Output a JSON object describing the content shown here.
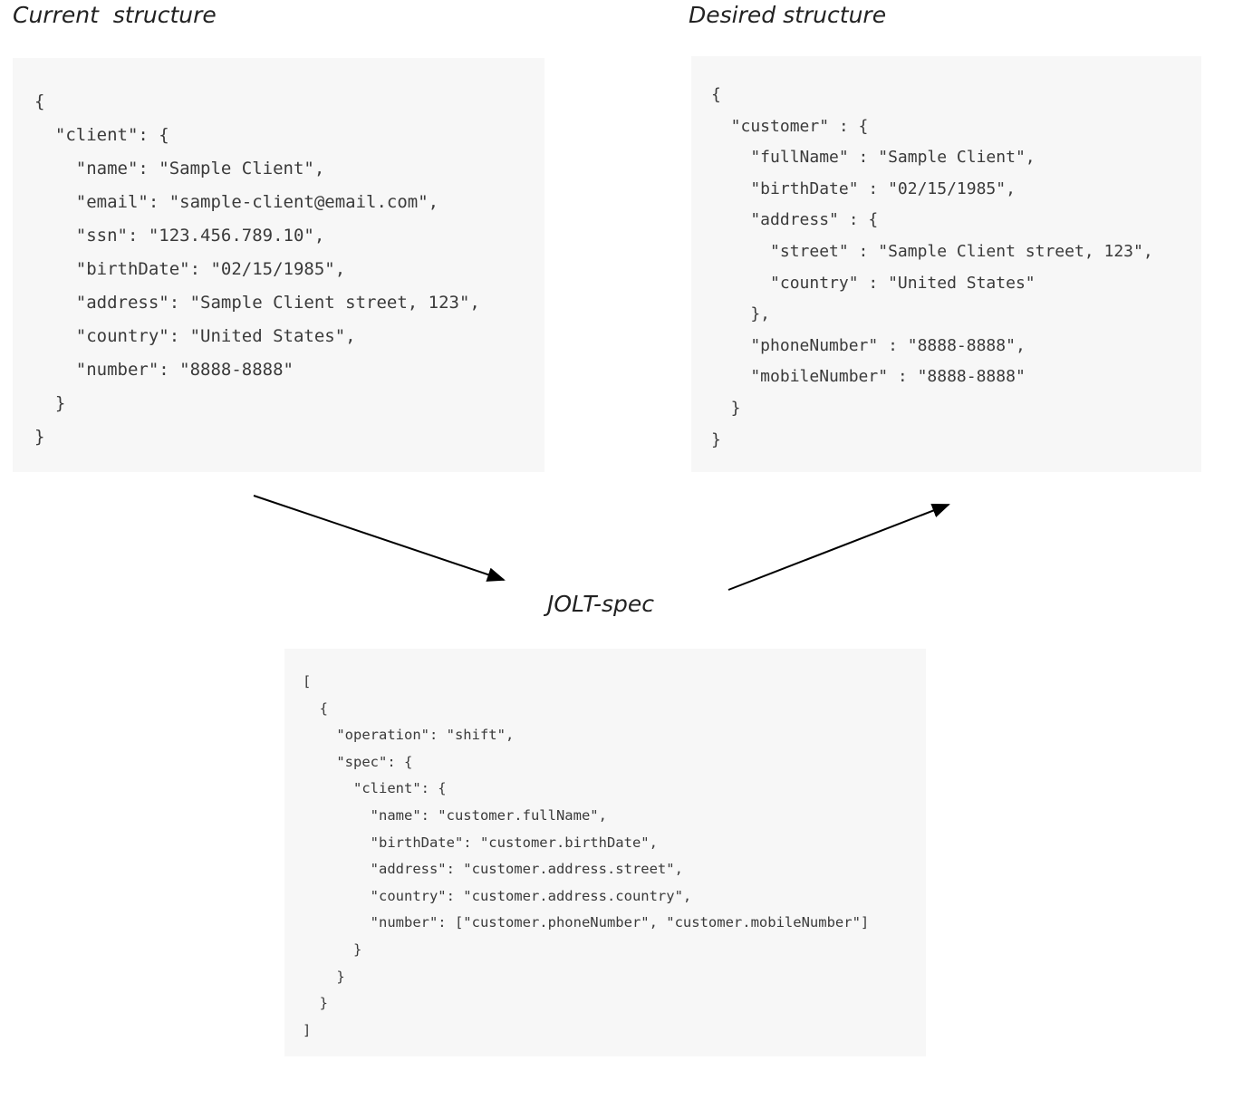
{
  "captions": {
    "current": "Current  structure",
    "desired": "Desired structure",
    "jolt": "JOLT-spec"
  },
  "current_structure": [
    "{",
    "  \"client\": {",
    "    \"name\": \"Sample Client\",",
    "    \"email\": \"sample-client@email.com\",",
    "    \"ssn\": \"123.456.789.10\",",
    "    \"birthDate\": \"02/15/1985\",",
    "    \"address\": \"Sample Client street, 123\",",
    "    \"country\": \"United States\",",
    "    \"number\": \"8888-8888\"",
    "  }",
    "}"
  ],
  "desired_structure": [
    "{",
    "  \"customer\" : {",
    "    \"fullName\" : \"Sample Client\",",
    "    \"birthDate\" : \"02/15/1985\",",
    "    \"address\" : {",
    "      \"street\" : \"Sample Client street, 123\",",
    "      \"country\" : \"United States\"",
    "    },",
    "    \"phoneNumber\" : \"8888-8888\",",
    "    \"mobileNumber\" : \"8888-8888\"",
    "  }",
    "}"
  ],
  "jolt_spec": [
    "[",
    "  {",
    "    \"operation\": \"shift\",",
    "    \"spec\": {",
    "      \"client\": {",
    "        \"name\": \"customer.fullName\",",
    "        \"birthDate\": \"customer.birthDate\",",
    "        \"address\": \"customer.address.street\",",
    "        \"country\": \"customer.address.country\",",
    "        \"number\": [\"customer.phoneNumber\", \"customer.mobileNumber\"]",
    "      }",
    "    }",
    "  }",
    "]"
  ]
}
